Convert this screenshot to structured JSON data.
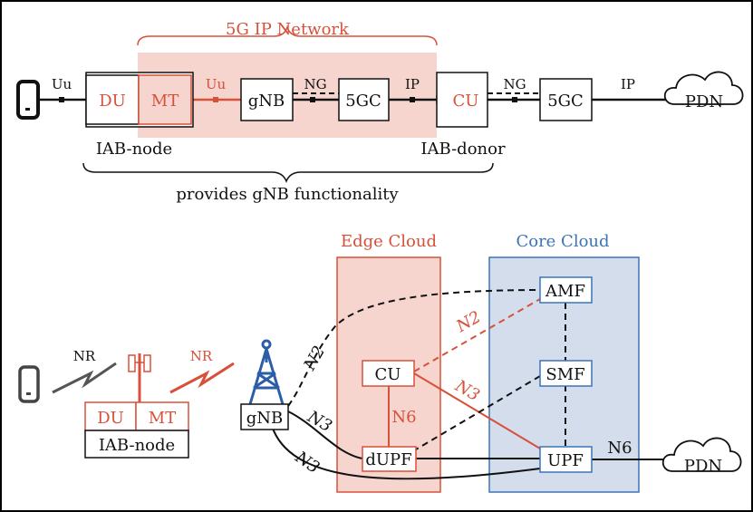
{
  "colors": {
    "accent_red": "#d8503a",
    "accent_blue": "#3d74b7",
    "highlight_red": "#f6d5cf",
    "highlight_blue": "#d3ddec",
    "line": "#111111",
    "frame": "#000000"
  },
  "top": {
    "network_title": "5G IP Network",
    "uu_left": "Uu",
    "du": "DU",
    "mt": "MT",
    "uu_red": "Uu",
    "gnb": "gNB",
    "ng1": "NG",
    "fivegc1": "5GC",
    "ip1": "IP",
    "cu": "CU",
    "ng2": "NG",
    "fivegc2": "5GC",
    "ip2": "IP",
    "pdn": "PDN",
    "iab_node": "IAB-node",
    "iab_donor": "IAB-donor",
    "caption": "provides gNB functionality"
  },
  "bottom": {
    "edge_cloud": "Edge Cloud",
    "core_cloud": "Core Cloud",
    "nr_left": "NR",
    "nr_red": "NR",
    "du": "DU",
    "mt": "MT",
    "iab_node": "IAB-node",
    "gnb": "gNB",
    "cu": "CU",
    "dupf": "dUPF",
    "amf": "AMF",
    "smf": "SMF",
    "upf": "UPF",
    "pdn": "PDN",
    "n2_black": "N2",
    "n2_red": "N2",
    "n3_red": "N3",
    "n3_upper": "N3",
    "n3_lower": "N3",
    "n6_red": "N6",
    "n6_black": "N6"
  },
  "icons": [
    "phone-icon",
    "cloud-icon",
    "antenna-icon",
    "tower-icon",
    "lightning-icon"
  ]
}
